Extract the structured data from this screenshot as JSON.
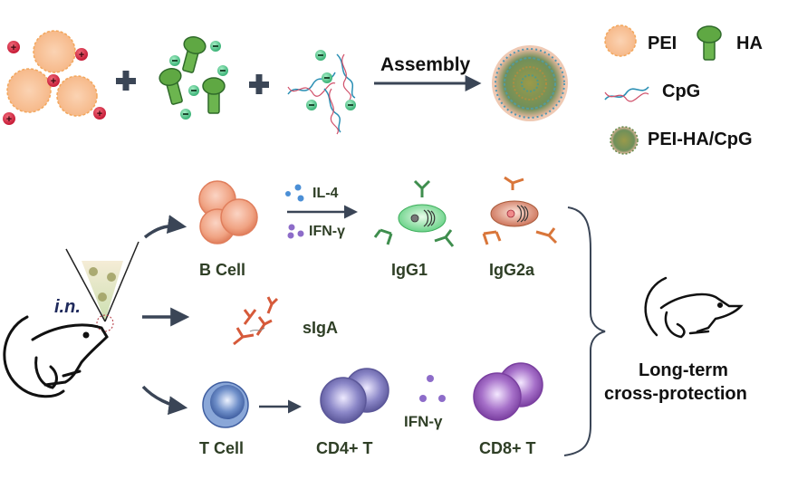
{
  "colors": {
    "pei": "#f3a75c",
    "positive_charge": "#d8324a",
    "ha": "#4f9a3a",
    "negative_charge": "#55c58a",
    "dna_blue": "#2a8fb4",
    "dna_red": "#d0506a",
    "arrow": "#3a4556",
    "plus_sign": "#3b4656",
    "b_cell": "#f0a383",
    "t_cell": "#6f8fc9",
    "cd4": "#8a86c7",
    "cd8": "#a670c9",
    "igg1_cell": "#8fdc9a",
    "igg2a_cell": "#d98b74",
    "igg1_antibody": "#3f8e4e",
    "igg2a_antibody": "#d9763a",
    "siga": "#d65a3a",
    "il4_dots": "#4b8fd6",
    "ifn_dots": "#8d6cc9",
    "label_text": "#2f3f26"
  },
  "assembly": {
    "arrow_label": "Assembly",
    "components": [
      "PEI",
      "HA",
      "CpG"
    ],
    "product": "PEI-HA/CpG"
  },
  "legend": {
    "items": [
      {
        "icon": "pei-icon",
        "label": "PEI"
      },
      {
        "icon": "ha-icon",
        "label": "HA"
      },
      {
        "icon": "cpg-icon",
        "label": "CpG"
      },
      {
        "icon": "nanoparticle-icon",
        "label": "PEI-HA/CpG"
      }
    ]
  },
  "route": {
    "label": "i.n."
  },
  "b_cell_pathway": {
    "cell_label": "B Cell",
    "cytokine_1": "IL-4",
    "cytokine_2": "IFN-γ",
    "outputs": [
      "IgG1",
      "IgG2a"
    ]
  },
  "mucosal": {
    "label": "sIgA"
  },
  "t_cell_pathway": {
    "cell_label": "T Cell",
    "cd4_label": "CD4+ T",
    "cytokine": "IFN-γ",
    "cd8_label": "CD8+ T"
  },
  "outcome": {
    "line1": "Long-term",
    "line2": "cross-protection"
  }
}
